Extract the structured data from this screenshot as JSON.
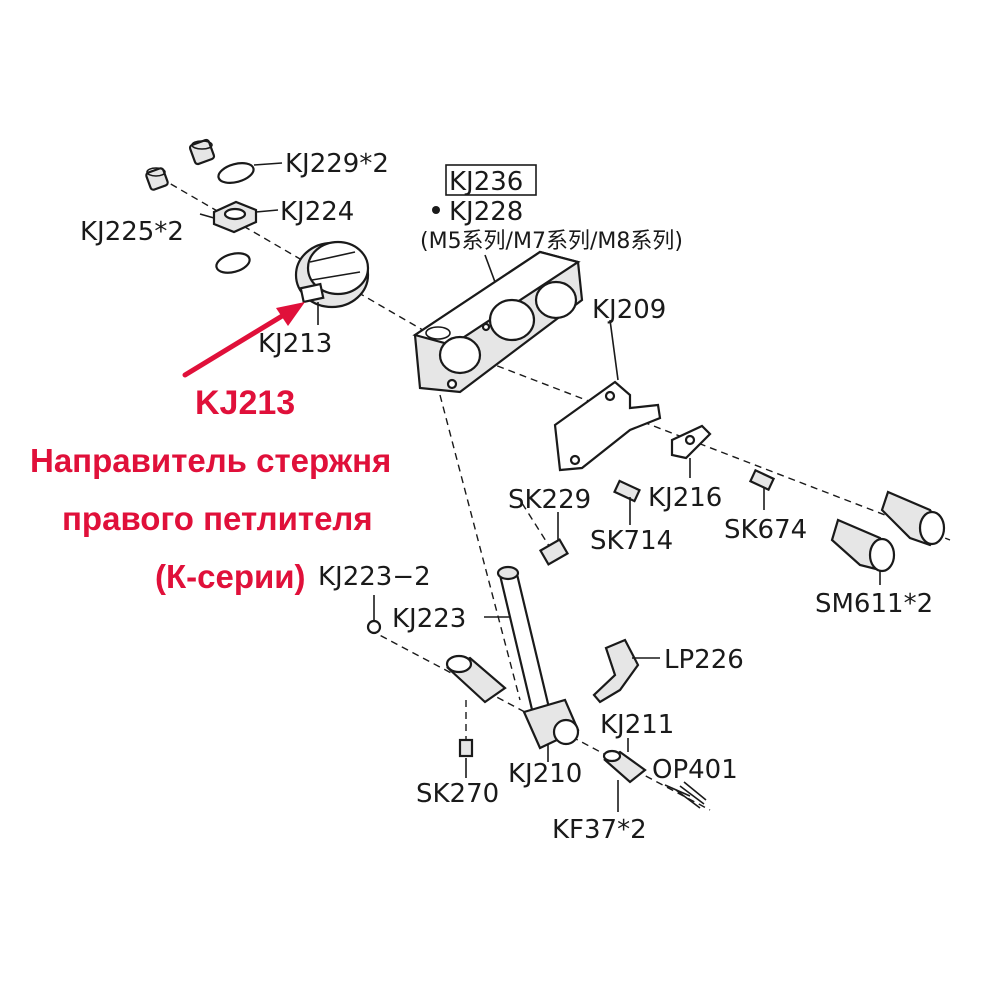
{
  "labels": {
    "kj229": "KJ229*2",
    "kj225": "KJ225*2",
    "kj224": "KJ224",
    "kj213": "KJ213",
    "kj236": "KJ236",
    "kj228": "KJ228",
    "series": "(M5系列/M7系列/M8系列)",
    "kj209": "KJ209",
    "sk229": "SK229",
    "kj216": "KJ216",
    "sk714": "SK714",
    "sk674": "SK674",
    "sm611": "SM611*2",
    "kj223_2": "KJ223−2",
    "kj223": "KJ223",
    "lp226": "LP226",
    "kj211": "KJ211",
    "op401": "OP401",
    "kj210": "KJ210",
    "sk270": "SK270",
    "kf37": "KF37*2"
  },
  "annotation": {
    "code": "KJ213",
    "line1": "Направитель стержня",
    "line2": "правого петлителя",
    "line3": "(К-серии)",
    "color": "#e0103a"
  }
}
